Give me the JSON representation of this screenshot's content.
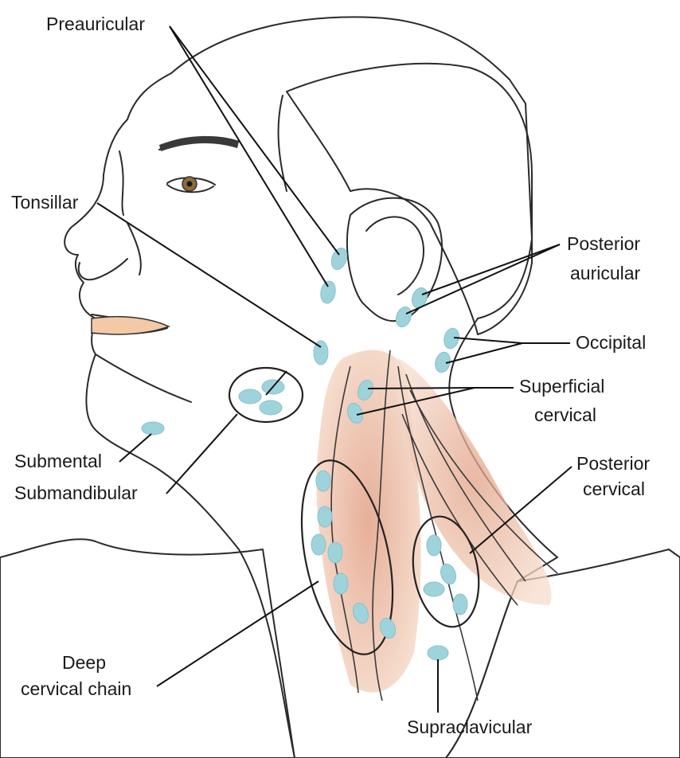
{
  "diagram": {
    "labels": {
      "preauricular": "Preauricular",
      "tonsillar": "Tonsillar",
      "posterior_auricular_1": "Posterior",
      "posterior_auricular_2": "auricular",
      "occipital": "Occipital",
      "superficial_cervical_1": "Superficial",
      "superficial_cervical_2": "cervical",
      "submental": "Submental",
      "submandibular": "Submandibular",
      "posterior_cervical_1": "Posterior",
      "posterior_cervical_2": "cervical",
      "deep_cervical_chain_1": "Deep",
      "deep_cervical_chain_2": "cervical chain",
      "supraclavicular": "Supraclavicular"
    },
    "colors": {
      "skin": "#fbe9da",
      "hair": "#8f8f8f",
      "clothing": "#aeb1cf",
      "lymph_node": "#9fd3dc",
      "muscle": "#e8b79b"
    }
  }
}
